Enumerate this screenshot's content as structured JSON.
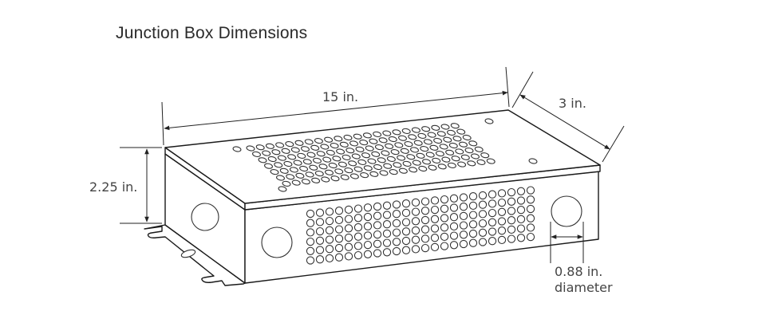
{
  "title": "Junction Box Dimensions",
  "dimensions": {
    "length": "15 in.",
    "width": "3 in.",
    "height": "2.25 in.",
    "knockout_diameter_value": "0.88 in.",
    "knockout_diameter_label": "diameter"
  },
  "colors": {
    "line": "#1a1a1a",
    "text": "#444444",
    "background": "#ffffff"
  }
}
